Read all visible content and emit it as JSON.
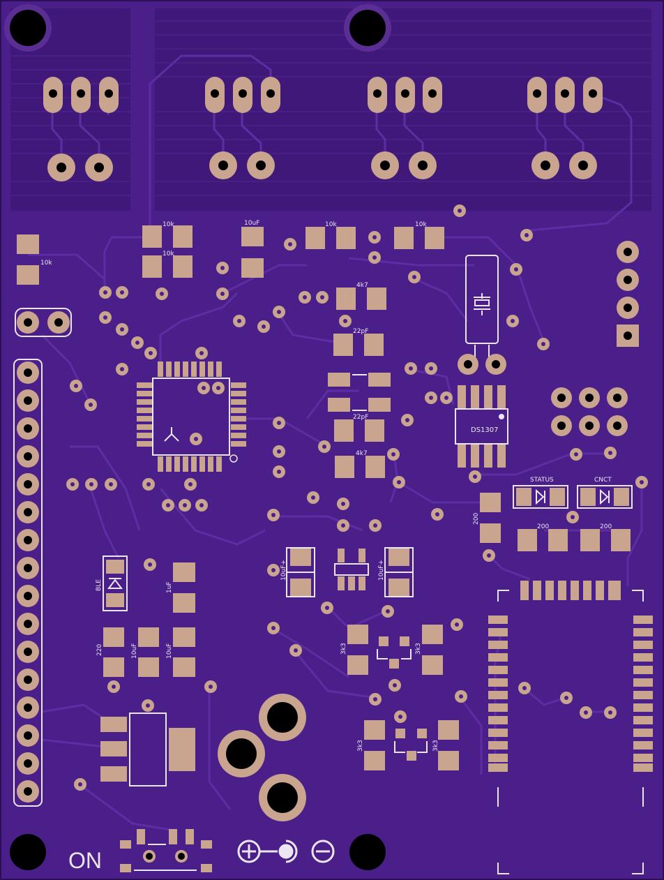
{
  "colors": {
    "board": "#4b1f8a",
    "board_dark": "#3d1774",
    "trace": "#5a2b9e",
    "copper": "#c9a48f",
    "silk": "#ece6f2",
    "hole": "#000000"
  },
  "labels": {
    "r_10k_a": "10k",
    "r_10k_b": "10k",
    "r_10k_c": "10k",
    "r_10k_d": "10k",
    "r_10k_e": "10k",
    "c_10uf_top": "10uF",
    "r_4k7_a": "4k7",
    "r_4k7_b": "4k7",
    "c_22pf_a": "22pF",
    "c_22pf_b": "22pF",
    "ic_rtc": "DS1307",
    "status": "STATUS",
    "cnct": "CNCT",
    "r_200_a": "200",
    "r_200_b": "200",
    "r_200_c": "200",
    "ble": "BLE",
    "c_1uf": "1uF",
    "r_220": "220",
    "c_10uf_a": "10uF",
    "c_10uf_b": "10uF",
    "c_10ufp_a": "10uF+",
    "c_10ufp_b": "10uF+",
    "r_3k3_a": "3k3",
    "r_3k3_b": "3k3",
    "r_3k3_c": "3k3",
    "r_3k3_d": "3k3",
    "switch_on": "ON"
  },
  "icons": {
    "plus": "plus-icon",
    "minus": "minus-icon",
    "barrel": "center-positive-icon",
    "led": "led-icon",
    "crystal": "crystal-icon"
  }
}
